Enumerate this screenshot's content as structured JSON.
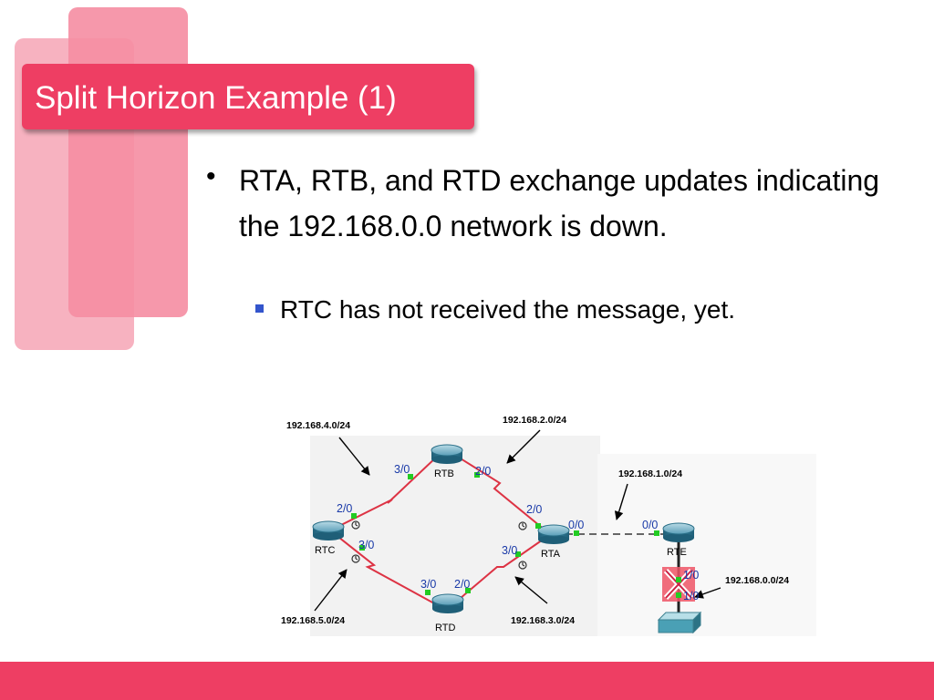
{
  "slide": {
    "title": "Split Horizon Example (1)",
    "bullet": "RTA, RTB, and RTD exchange updates indicating the 192.168.0.0 network is down.",
    "sub_bullet": "RTC has not received the message, yet."
  },
  "diagram": {
    "routers": {
      "rtb": "RTB",
      "rtc": "RTC",
      "rtd": "RTD",
      "rta": "RTA",
      "rte": "RTE"
    },
    "networks": {
      "n4": "192.168.4.0/24",
      "n2": "192.168.2.0/24",
      "n1": "192.168.1.0/24",
      "n0": "192.168.0.0/24",
      "n5": "192.168.5.0/24",
      "n3": "192.168.3.0/24"
    },
    "interfaces": {
      "rtb_3_0": "3/0",
      "rtb_2_0": "2/0",
      "rtc_2_0": "2/0",
      "rtc_3_0": "3/0",
      "rta_2_0": "2/0",
      "rta_0_0": "0/0",
      "rta_3_0": "3/0",
      "rte_0_0": "0/0",
      "rte_1_0a": "1/0",
      "rte_1_0b": "1/0",
      "rtd_3_0": "3/0",
      "rtd_2_0": "2/0"
    },
    "colors": {
      "serial_link": "#dd3344",
      "interface_label": "#1a3aa8",
      "led": "#22cc22",
      "router": "#2f7f9a",
      "failure_icon": "#ee5566"
    }
  }
}
